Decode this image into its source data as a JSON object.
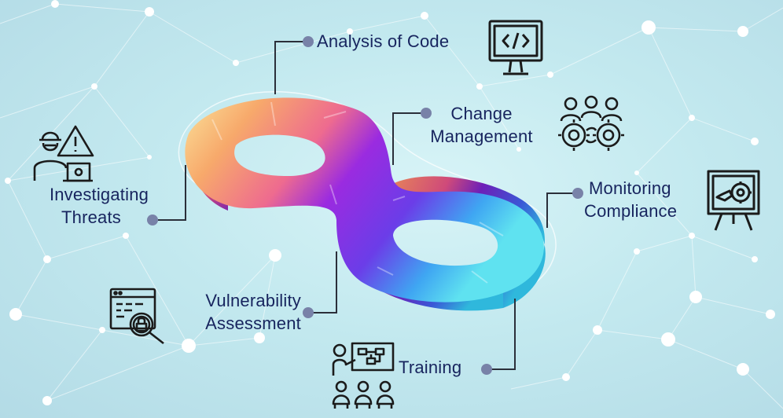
{
  "items": {
    "analysis_of_code": {
      "label": "Analysis of Code",
      "icon": "code-monitor-icon"
    },
    "change_management": {
      "line1": "Change",
      "line2": "Management",
      "icon": "team-gears-icon"
    },
    "monitoring_compliance": {
      "line1": "Monitoring",
      "line2": "Compliance",
      "icon": "presentation-board-icon"
    },
    "investigating_threats": {
      "line1": "Investigating",
      "line2": "Threats",
      "icon": "hacker-warning-icon"
    },
    "vulnerability_assessment": {
      "line1": "Vulnerability",
      "line2": "Assessment",
      "icon": "lock-search-icon"
    },
    "training": {
      "label": "Training",
      "icon": "classroom-training-icon"
    }
  },
  "colors": {
    "text": "#17245e",
    "connector": "#2b2f3a",
    "dot": "#7882a8",
    "loop_orange": "#f7a96b",
    "loop_pink": "#ee6b8f",
    "loop_purple": "#8f2de0",
    "loop_blue": "#3fa6f2",
    "loop_cyan": "#5fe2f0"
  }
}
